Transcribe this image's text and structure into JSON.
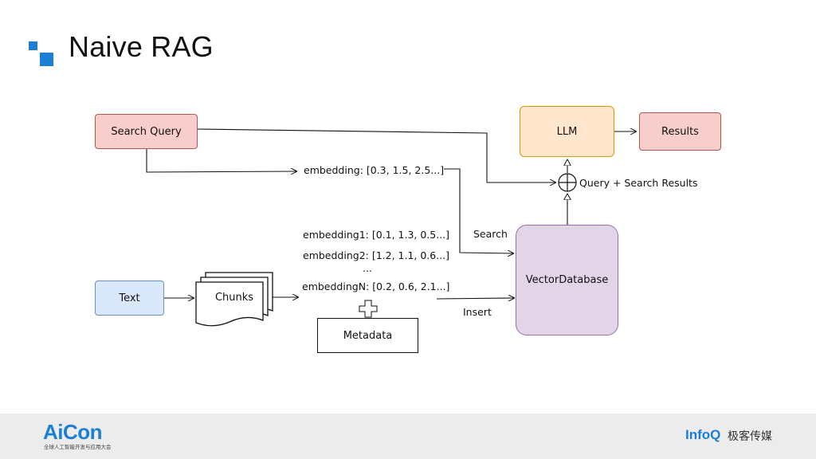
{
  "slide": {
    "title": "Naive RAG"
  },
  "nodes": {
    "search_query": "Search Query",
    "llm": "LLM",
    "results": "Results",
    "text": "Text",
    "chunks": "Chunks",
    "metadata": "Metadata",
    "vector_db": "VectorDatabase"
  },
  "labels": {
    "query_embedding": "embedding: [0.3, 1.5, 2.5...]",
    "emb1": "embedding1: [0.1, 1.3, 0.5...]",
    "emb2": "embedding2: [1.2, 1.1, 0.6...]",
    "ellipsis": "...",
    "embN": "embeddingN: [0.2, 0.6, 2.1...]",
    "search": "Search",
    "insert": "Insert",
    "combine": "Query + Search Results"
  },
  "footer": {
    "aicon_logo": "AiCon",
    "aicon_sub": "全球人工智能开发与应用大会",
    "infoq_logo": "InfoQ",
    "infoq_cn": "极客传媒"
  },
  "colors": {
    "red_fill": "#f8cecc",
    "red_stroke": "#b85450",
    "orange_fill": "#ffe6cc",
    "orange_stroke": "#d79b00",
    "blue_fill": "#dae8fc",
    "blue_stroke": "#6c8ebf",
    "purple_fill": "#e1d5e7",
    "purple_stroke": "#9673a6",
    "accent_blue": "#1b7fd6"
  }
}
